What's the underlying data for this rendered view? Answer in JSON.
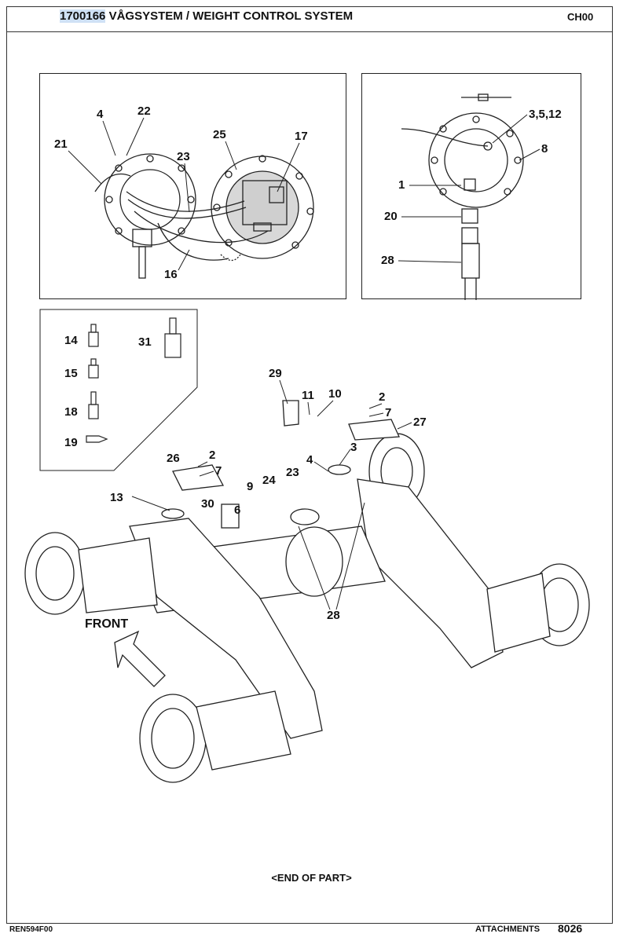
{
  "header": {
    "part_number": "1700166",
    "title": "VÅGSYSTEM / WEIGHT CONTROL SYSTEM",
    "code": "CH00"
  },
  "detail_left": {
    "callouts": [
      "4",
      "22",
      "21",
      "23",
      "25",
      "17",
      "16"
    ]
  },
  "detail_right": {
    "callouts": [
      "3,5,12",
      "8",
      "1",
      "20",
      "28"
    ]
  },
  "consumables": {
    "callouts": [
      "14",
      "15",
      "18",
      "19",
      "31"
    ]
  },
  "main_view": {
    "callouts": [
      "29",
      "11",
      "10",
      "2",
      "7",
      "27",
      "3",
      "4",
      "26",
      "2",
      "7",
      "23",
      "24",
      "9",
      "6",
      "30",
      "13",
      "28"
    ],
    "front_label": "FRONT"
  },
  "end_of_part": "<END OF PART>",
  "footer": {
    "doc_code": "REN594F00",
    "section": "ATTACHMENTS",
    "page": "8026"
  }
}
